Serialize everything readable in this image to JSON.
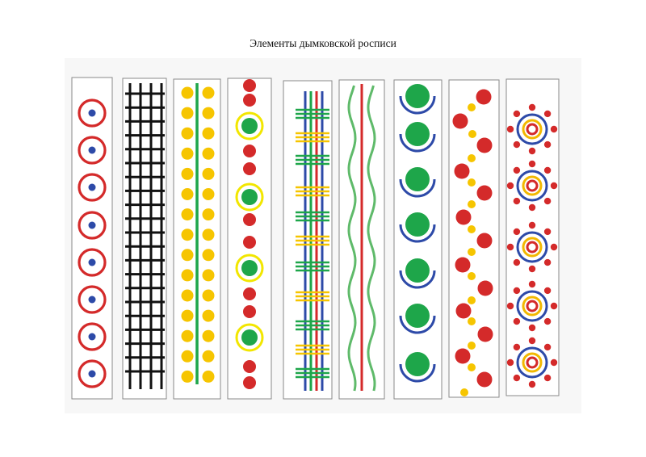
{
  "title": "Элементы дымковской росписи",
  "colors": {
    "red": "#d42a2a",
    "blue": "#2d4aa8",
    "green": "#1ea64a",
    "yellow": "#f6c500",
    "black": "#111111",
    "strip_border": "#8a8a8a",
    "strip_fill": "#ffffff"
  },
  "strips": [
    {
      "name": "ring-with-dot",
      "motifs": "red circles with blue centre dots",
      "count": 8
    },
    {
      "name": "black-grid",
      "motifs": "black lattice / cage pattern"
    },
    {
      "name": "yellow-dots-green-line",
      "motifs": "two columns of yellow dots with a green vertical line",
      "count": 15
    },
    {
      "name": "red-dots-green-in-yellow",
      "motifs": "red dots alternating with green dots in yellow rings",
      "count": 4
    },
    {
      "name": "striped-bands",
      "motifs": "blue, red and green vertical lines crossed by yellow and green dashes"
    },
    {
      "name": "wavy-lines",
      "motifs": "two green wavy lines around a red straight line"
    },
    {
      "name": "green-dots-blue-arcs",
      "motifs": "large green dots with blue arcs beneath",
      "count": 7
    },
    {
      "name": "red-yellow-zigzag",
      "motifs": "zigzag of red and yellow dots"
    },
    {
      "name": "sun-rosettes",
      "motifs": "concentric blue/yellow/red rings with red dot rays",
      "count": 5
    }
  ]
}
